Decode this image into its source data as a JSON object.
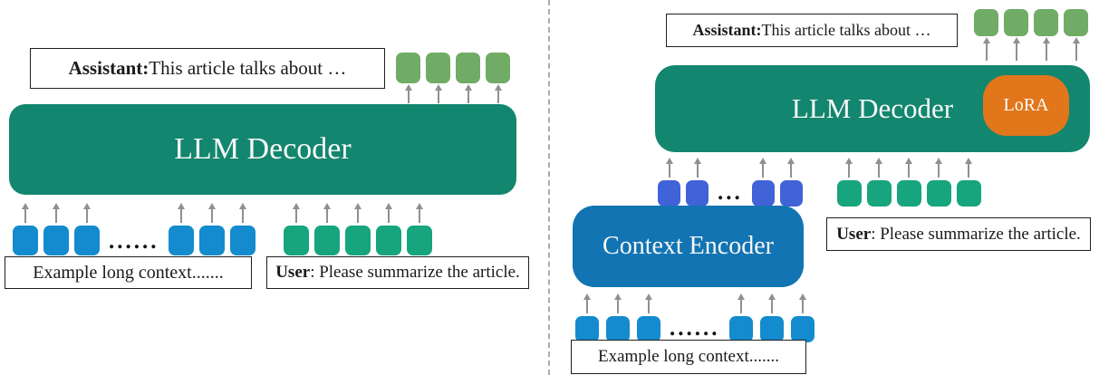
{
  "colors": {
    "decoder_teal": "#12866E",
    "encoder_blue": "#1274B2",
    "token_blue": "#148BCE",
    "token_indigo": "#4163D8",
    "token_green": "#17A57E",
    "token_light_green": "#70AC66",
    "lora_orange": "#E1761B",
    "arrow_gray": "#909090"
  },
  "left": {
    "assistant_box": {
      "bold": "Assistant:",
      "rest": " This article talks about …"
    },
    "decoder_label": "LLM Decoder",
    "output_tokens": {
      "count": 4,
      "color": "token_light_green"
    },
    "input_tokens_a": {
      "count": 3,
      "color": "token_blue"
    },
    "input_dots": "......",
    "input_tokens_b": {
      "count": 3,
      "color": "token_blue"
    },
    "user_tokens": {
      "count": 5,
      "color": "token_green"
    },
    "example_box": "Example long context.......",
    "user_box": {
      "bold": "User",
      "rest": ": Please summarize the article."
    }
  },
  "right": {
    "assistant_box": {
      "bold": "Assistant:",
      "rest": " This article talks about …"
    },
    "decoder_label": "LLM Decoder",
    "lora_label": "LoRA",
    "output_tokens": {
      "count": 4,
      "color": "token_light_green"
    },
    "encoded_tokens_a": {
      "count": 2,
      "color": "token_indigo"
    },
    "encoded_dots": "...",
    "encoded_tokens_b": {
      "count": 2,
      "color": "token_indigo"
    },
    "user_tokens": {
      "count": 5,
      "color": "token_green"
    },
    "encoder_label": "Context Encoder",
    "input_tokens_a": {
      "count": 3,
      "color": "token_blue"
    },
    "input_dots": "......",
    "input_tokens_b": {
      "count": 3,
      "color": "token_blue"
    },
    "example_box": "Example long context.......",
    "user_box": {
      "bold": "User",
      "rest": ": Please summarize the article."
    }
  }
}
